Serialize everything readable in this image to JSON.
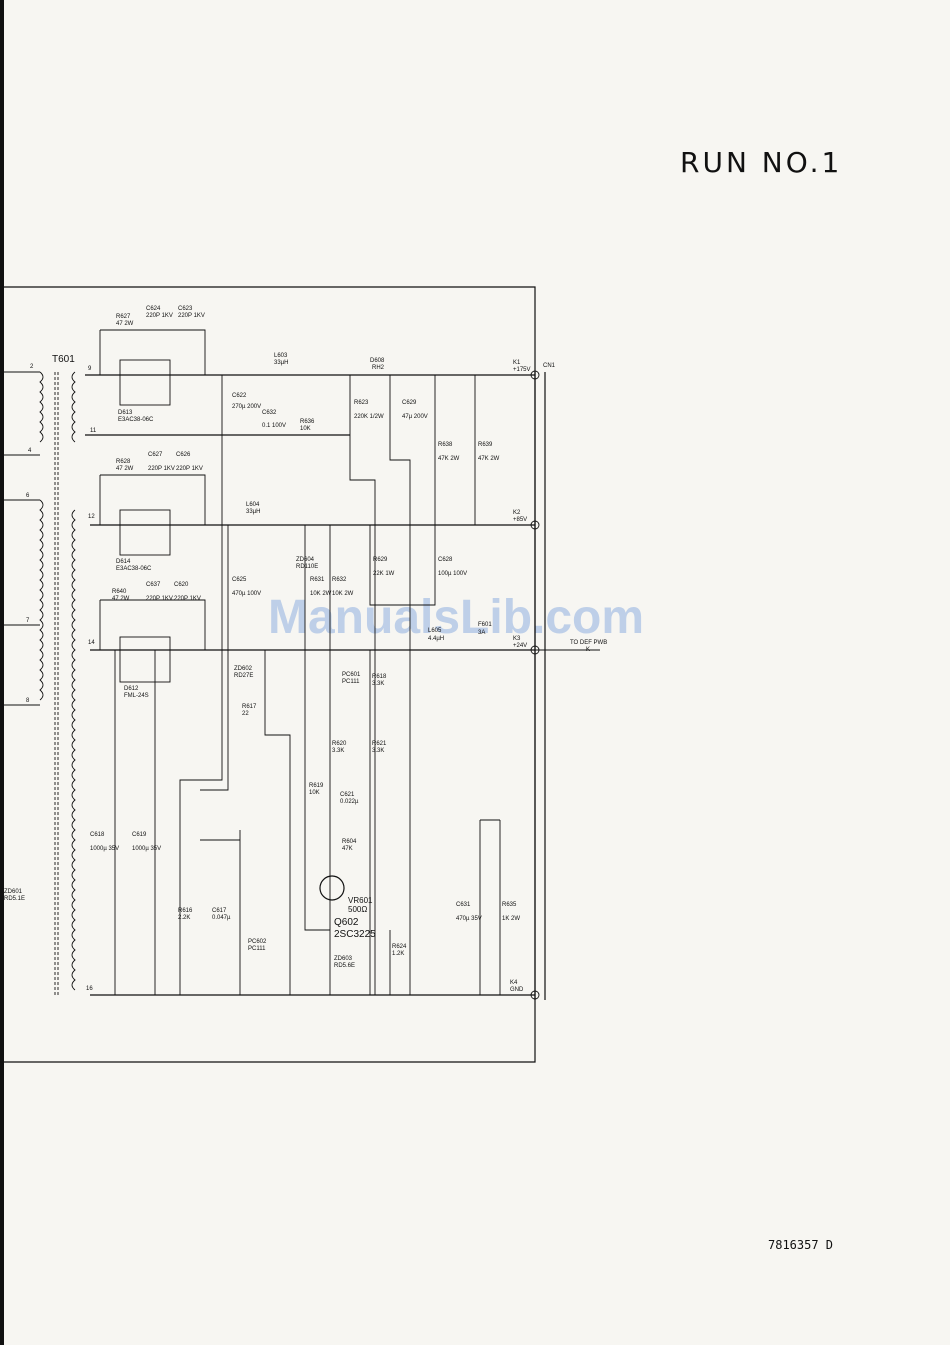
{
  "header": {
    "title": "RUN NO.1"
  },
  "footer": {
    "doc_number": "7816357 D"
  },
  "watermark": "ManualsLib.com",
  "transformer": {
    "name": "T601",
    "pins": [
      "2",
      "4",
      "6",
      "7",
      "8",
      "9",
      "11",
      "12",
      "14",
      "16"
    ]
  },
  "components": [
    {
      "ref": "R627",
      "value": "47 2W"
    },
    {
      "ref": "C624",
      "value": "220P 1KV"
    },
    {
      "ref": "C623",
      "value": "220P 1KV"
    },
    {
      "ref": "D613",
      "value": "E3AC38-06C"
    },
    {
      "ref": "L603",
      "value": "33µH"
    },
    {
      "ref": "D608",
      "value": "RH2"
    },
    {
      "ref": "C622",
      "value": "270µ 200V"
    },
    {
      "ref": "C632",
      "value": "0.1 100V"
    },
    {
      "ref": "R636",
      "value": "10K"
    },
    {
      "ref": "R623",
      "value": "220K 1/2W"
    },
    {
      "ref": "C629",
      "value": "47µ 200V"
    },
    {
      "ref": "R638",
      "value": "47K 2W"
    },
    {
      "ref": "R639",
      "value": "47K 2W"
    },
    {
      "ref": "R628",
      "value": "47 2W"
    },
    {
      "ref": "C627",
      "value": "220P 1KV"
    },
    {
      "ref": "C626",
      "value": "220P 1KV"
    },
    {
      "ref": "D614",
      "value": "E3AC38-06C"
    },
    {
      "ref": "L604",
      "value": "33µH"
    },
    {
      "ref": "ZD604",
      "value": "RD110E"
    },
    {
      "ref": "R631",
      "value": "10K 2W"
    },
    {
      "ref": "R632",
      "value": "10K 2W"
    },
    {
      "ref": "R629",
      "value": "22K 1W"
    },
    {
      "ref": "C628",
      "value": "100µ 100V"
    },
    {
      "ref": "C625",
      "value": "470µ 100V"
    },
    {
      "ref": "R640",
      "value": "47 2W"
    },
    {
      "ref": "C637",
      "value": "220P 1KV"
    },
    {
      "ref": "C620",
      "value": "220P 1KV"
    },
    {
      "ref": "D612",
      "value": "FML-24S"
    },
    {
      "ref": "L605",
      "value": "4.4µH"
    },
    {
      "ref": "F601",
      "value": "3A"
    },
    {
      "ref": "ZD602",
      "value": "RD27E"
    },
    {
      "ref": "R617",
      "value": "22"
    },
    {
      "ref": "PC601",
      "value": "PC111"
    },
    {
      "ref": "R618",
      "value": "3.3K"
    },
    {
      "ref": "R620",
      "value": "3.3K"
    },
    {
      "ref": "R621",
      "value": "3.3K"
    },
    {
      "ref": "R619",
      "value": "10K"
    },
    {
      "ref": "C621",
      "value": "0.022µ"
    },
    {
      "ref": "R604",
      "value": "47K"
    },
    {
      "ref": "C618",
      "value": "1000µ 35V"
    },
    {
      "ref": "C619",
      "value": "1000µ 35V"
    },
    {
      "ref": "R616",
      "value": "2.2K"
    },
    {
      "ref": "C617",
      "value": "0.047µ"
    },
    {
      "ref": "PC602",
      "value": "PC111"
    },
    {
      "ref": "VR601",
      "value": "500Ω"
    },
    {
      "ref": "Q602",
      "value": "2SC3225"
    },
    {
      "ref": "ZD603",
      "value": "RD5.6E"
    },
    {
      "ref": "R624",
      "value": "1.2K"
    },
    {
      "ref": "C631",
      "value": "470µ 35V"
    },
    {
      "ref": "R635",
      "value": "1K 2W"
    },
    {
      "ref": "ZD601",
      "value": "RD5.1E"
    }
  ],
  "connector": {
    "name": "CN1",
    "terminals": [
      {
        "id": "K1",
        "label": "+175V"
      },
      {
        "id": "K2",
        "label": "+85V"
      },
      {
        "id": "K3",
        "label": "+24V"
      },
      {
        "id": "K4",
        "label": "GND"
      }
    ],
    "output_note": "TO DEF PWB",
    "output_pin": "K"
  }
}
